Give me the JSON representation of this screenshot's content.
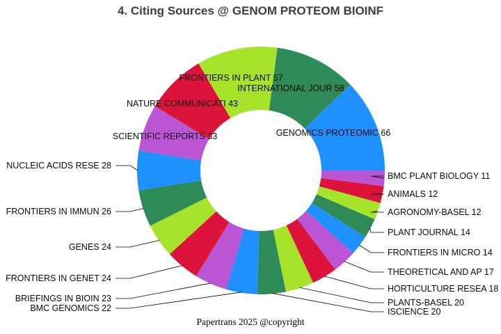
{
  "title": "4. Citing Sources @ GENOM PROTEOM BIOINF",
  "footer": "Papertrans 2025 @copyright",
  "palette": {
    "blue": "#1E90FF",
    "orchid": "#BA55D3",
    "crimson": "#DC143C",
    "lime": "#A8E32C",
    "seagreen": "#2E8B57",
    "title_text": "#3d3d3d",
    "label_text": "#0a0a0a"
  },
  "chart_data": {
    "type": "pie",
    "subtype": "donut",
    "title": "4. Citing Sources @ GENOM PROTEOM BIOINF",
    "direction": "clockwise",
    "start_angle_deg": 0,
    "total": 542,
    "legend_position": "around-labels",
    "slices": [
      {
        "label": "BMC PLANT BIOLOGY",
        "value": 11,
        "color": "#BA55D3"
      },
      {
        "label": "ANIMALS",
        "value": 12,
        "color": "#DC143C"
      },
      {
        "label": "AGRONOMY-BASEL",
        "value": 12,
        "color": "#A8E32C"
      },
      {
        "label": "PLANT JOURNAL",
        "value": 14,
        "color": "#2E8B57"
      },
      {
        "label": "FRONTIERS IN MICRO",
        "value": 14,
        "color": "#1E90FF"
      },
      {
        "label": "THEORETICAL AND AP",
        "value": 17,
        "color": "#BA55D3"
      },
      {
        "label": "HORTICULTURE RESEA",
        "value": 18,
        "color": "#DC143C"
      },
      {
        "label": "PLANTS-BASEL",
        "value": 20,
        "color": "#A8E32C"
      },
      {
        "label": "ISCIENCE",
        "value": 20,
        "color": "#2E8B57"
      },
      {
        "label": "BMC GENOMICS",
        "value": 22,
        "color": "#1E90FF"
      },
      {
        "label": "BRIEFINGS IN BIOIN",
        "value": 23,
        "color": "#BA55D3"
      },
      {
        "label": "FRONTIERS IN GENET",
        "value": 24,
        "color": "#DC143C"
      },
      {
        "label": "GENES",
        "value": 24,
        "color": "#A8E32C"
      },
      {
        "label": "FRONTIERS IN IMMUN",
        "value": 26,
        "color": "#2E8B57"
      },
      {
        "label": "NUCLEIC ACIDS RESE",
        "value": 28,
        "color": "#1E90FF"
      },
      {
        "label": "SCIENTIFIC REPORTS",
        "value": 33,
        "color": "#BA55D3"
      },
      {
        "label": "NATURE COMMUNICATI",
        "value": 43,
        "color": "#DC143C"
      },
      {
        "label": "FRONTIERS IN PLANT",
        "value": 57,
        "color": "#A8E32C"
      },
      {
        "label": "INTERNATIONAL JOUR",
        "value": 58,
        "color": "#2E8B57"
      },
      {
        "label": "GENOMICS PROTEOMIC",
        "value": 66,
        "color": "#1E90FF"
      }
    ]
  }
}
